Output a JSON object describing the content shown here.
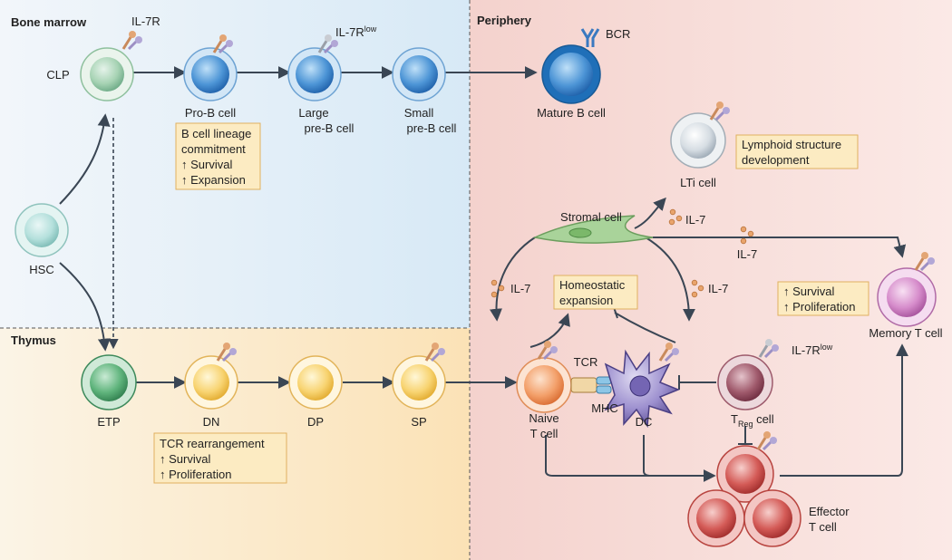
{
  "regions": {
    "bone_marrow": "Bone marrow",
    "thymus": "Thymus",
    "periphery": "Periphery"
  },
  "receptors": {
    "il7r": "IL-7R",
    "il7r_low_top_base": "IL-7R",
    "il7r_low_top_sup": "low",
    "il7r_low_treg_base": "IL-7R",
    "il7r_low_treg_sup": "low",
    "bcr": "BCR",
    "tcr": "TCR",
    "mhc": "MHC"
  },
  "cells": {
    "clp": "CLP",
    "hsc": "HSC",
    "pro_b": "Pro-B cell",
    "large_pre_b_1": "Large",
    "large_pre_b_2": "pre-B cell",
    "small_pre_b_1": "Small",
    "small_pre_b_2": "pre-B cell",
    "mature_b": "Mature B cell",
    "lti": "LTi cell",
    "stromal": "Stromal cell",
    "etp": "ETP",
    "dn": "DN",
    "dp": "DP",
    "sp": "SP",
    "naive_t_1": "Naive",
    "naive_t_2": "T cell",
    "dc": "DC",
    "treg_base": "T",
    "treg_sub": "Reg",
    "treg_rest": " cell",
    "effector_1": "Effector",
    "effector_2": "T cell",
    "memory_t": "Memory T cell"
  },
  "cytokines": {
    "il7_lti": "IL-7",
    "il7_memory": "IL-7",
    "il7_left": "IL-7",
    "il7_right": "IL-7"
  },
  "boxes": {
    "b_lineage": [
      "B cell lineage",
      "commitment",
      "↑ Survival",
      "↑ Expansion"
    ],
    "lymphoid": [
      "Lymphoid structure",
      "development"
    ],
    "homeostatic": [
      "Homeostatic",
      "expansion"
    ],
    "memory_survival": [
      "↑ Survival",
      "↑ Proliferation"
    ],
    "tcr_rearrangement": [
      "TCR rearrangement",
      "↑ Survival",
      "↑ Proliferation"
    ]
  },
  "colors": {
    "bone_marrow_bg": "#dcecf7",
    "thymus_bg": "#fbe6c4",
    "periphery_bg": "#f6d7d1",
    "box_fill": "#fcebc2",
    "arrow": "#3a4654",
    "b_cell": "#3f86cf",
    "thymocyte": "#f4c24a",
    "t_naive": "#f08a4a",
    "effector": "#c6423f",
    "memory": "#c468b6",
    "dc": "#7f70b8"
  }
}
